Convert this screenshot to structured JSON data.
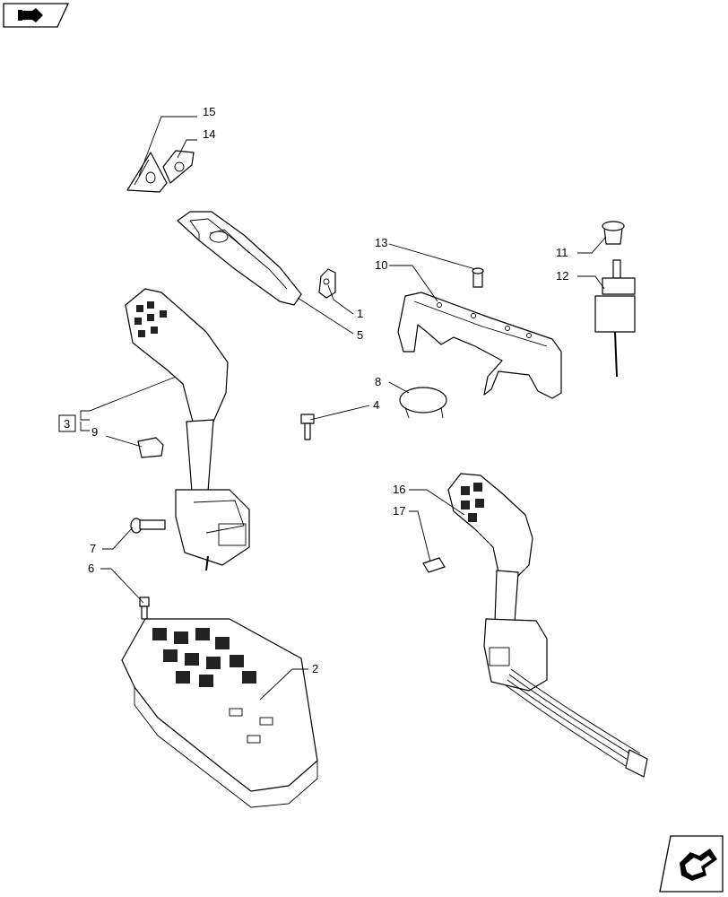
{
  "navigation": {
    "prev_icon": "hand-pointing-left-icon",
    "next_icon": "hand-pointing-right-icon"
  },
  "callouts": {
    "c1": "1",
    "c2": "2",
    "c3": "3",
    "c4": "4",
    "c5": "5",
    "c6": "6",
    "c7": "7",
    "c8": "8",
    "c9": "9",
    "c10": "10",
    "c11": "11",
    "c12": "12",
    "c13": "13",
    "c14": "14",
    "c15": "15",
    "c16": "16",
    "c17": "17"
  }
}
